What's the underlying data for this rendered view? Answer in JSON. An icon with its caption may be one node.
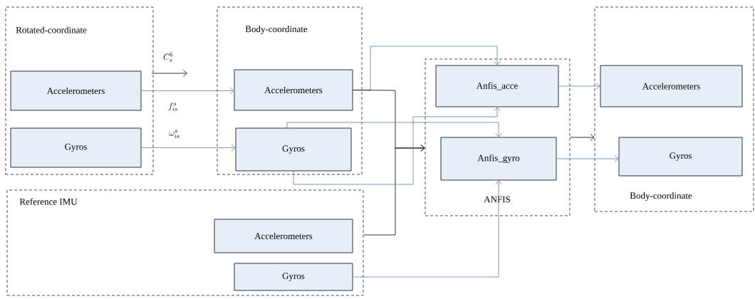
{
  "diagram": {
    "nodes": [
      {
        "text": [
          "Rotated-coordinate"
        ]
      },
      {
        "text": [
          "Accelerometers"
        ],
        "in": 0
      },
      {
        "text": [
          "Gyros"
        ],
        "in": 0
      },
      {
        "text": [
          "Body-coordinate"
        ]
      },
      {
        "text": [
          "Accelerometers"
        ],
        "in": 3
      },
      {
        "text": [
          "Gyros"
        ],
        "in": 3
      },
      {
        "text": [
          "Reference IMU"
        ]
      },
      {
        "text": [
          "Accelerometers"
        ],
        "in": 6
      },
      {
        "text": [
          "Gyros"
        ],
        "in": 6
      },
      {
        "text": [
          "ANFIS"
        ]
      },
      {
        "text": [
          "Anfis_acce"
        ],
        "in": 9
      },
      {
        "text": [
          "Anfis_gyro"
        ],
        "in": 9
      },
      {
        "text": [
          "Body-coordinate"
        ]
      },
      {
        "text": [
          "Accelerometers"
        ],
        "in": 12
      },
      {
        "text": [
          "Gyros"
        ],
        "in": 12
      }
    ],
    "edges": [
      {
        "from": 1,
        "to": 4,
        "arrow": "to",
        "label": "f_{is}^{s}"
      },
      {
        "from": 2,
        "to": 5,
        "arrow": "to",
        "label": "\\omega_{is}^{s}"
      },
      {
        "from": 4,
        "to": 10,
        "arrow": "to"
      },
      {
        "from": 4,
        "to": 9,
        "arrow": "to",
        "color": "#000000"
      },
      {
        "from": 6,
        "to": 9,
        "arrow": "to",
        "color": "#000000"
      },
      {
        "from": 5,
        "to": 10,
        "arrow": "to"
      },
      {
        "from": 5,
        "to": 11,
        "arrow": "to"
      },
      {
        "from": 8,
        "to": 11,
        "arrow": "to"
      },
      {
        "from": 10,
        "to": 13,
        "arrow": "to"
      },
      {
        "from": 11,
        "to": 14,
        "arrow": "to"
      },
      {
        "from": 9,
        "to": 12,
        "arrow": "to",
        "color": "#000000"
      }
    ],
    "labels": [
      "C_{s}^{b}"
    ]
  }
}
